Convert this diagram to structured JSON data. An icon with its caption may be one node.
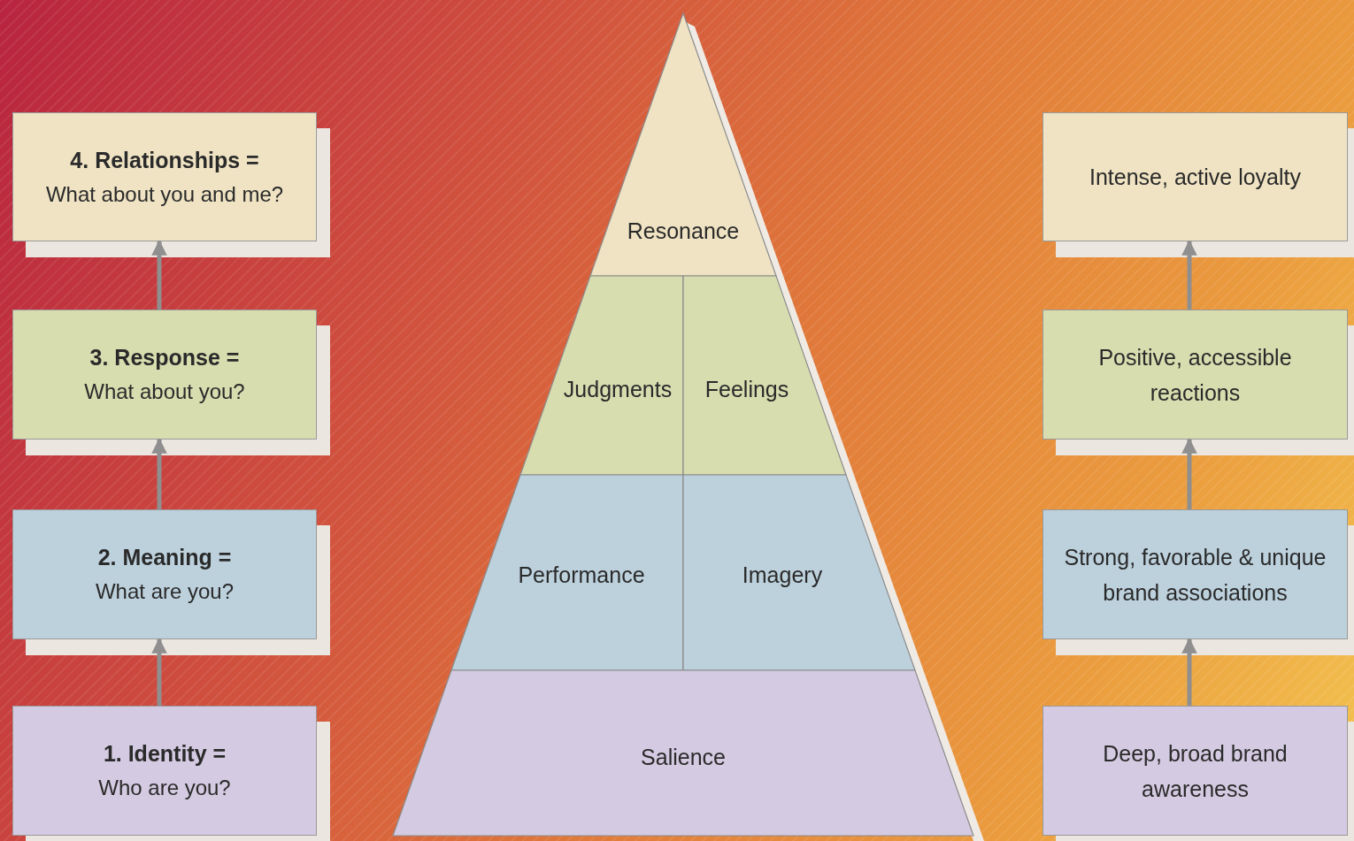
{
  "diagram": {
    "nodes": [
      {
        "text": [
          "4. Relationships =",
          "What about you and me?"
        ]
      },
      {
        "text": [
          "3. Response =",
          "What about you?"
        ]
      },
      {
        "text": [
          "2. Meaning =",
          "What are you?"
        ]
      },
      {
        "text": [
          "1. Identity =",
          "Who are you?"
        ]
      },
      {
        "text": [
          "Resonance"
        ]
      },
      {
        "text": [
          "Judgments"
        ]
      },
      {
        "text": [
          "Feelings"
        ]
      },
      {
        "text": [
          "Performance"
        ]
      },
      {
        "text": [
          "Imagery"
        ]
      },
      {
        "text": [
          "Salience"
        ]
      },
      {
        "text": [
          "Intense, active loyalty"
        ]
      },
      {
        "text": [
          "Positive, accessible reactions"
        ]
      },
      {
        "text": [
          "Strong, favorable & unique brand associations"
        ]
      },
      {
        "text": [
          "Deep, broad brand awareness"
        ]
      }
    ],
    "edges": [
      {
        "from": 3,
        "to": 2,
        "arrow": "to"
      },
      {
        "from": 2,
        "to": 1,
        "arrow": "to"
      },
      {
        "from": 1,
        "to": 0,
        "arrow": "to"
      },
      {
        "from": 13,
        "to": 12,
        "arrow": "to"
      },
      {
        "from": 12,
        "to": 11,
        "arrow": "to"
      },
      {
        "from": 11,
        "to": 10,
        "arrow": "to"
      }
    ]
  }
}
